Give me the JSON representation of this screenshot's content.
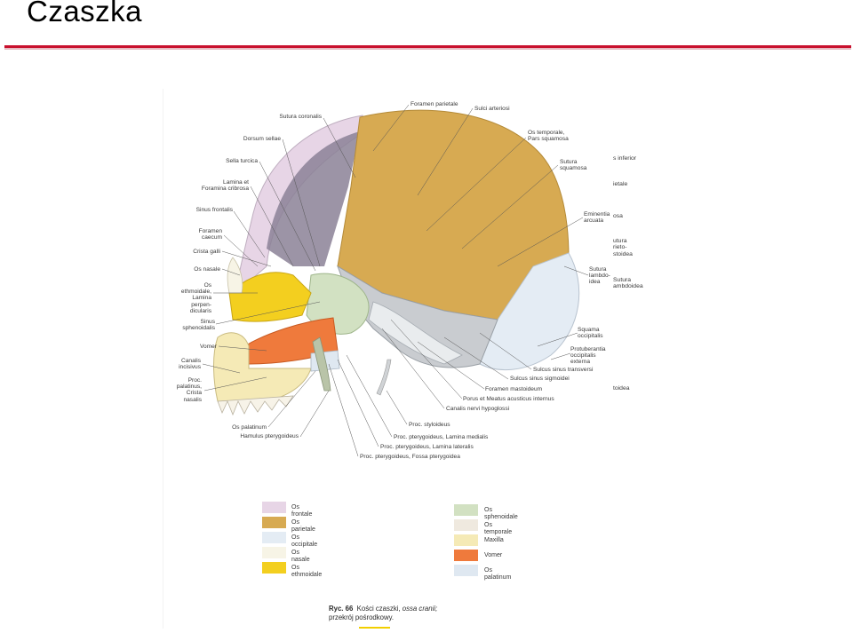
{
  "slide": {
    "title": "Czaszka"
  },
  "labels_left": [
    "Sutura coronalis",
    "Dorsum sellae",
    "Sella turcica",
    "Lamina et\nForamina cribrosa",
    "Sinus frontalis",
    "Foramen\ncaecum",
    "Crista galli",
    "Os nasale",
    "Os\nethmoidale,\nLamina\nperpen-\ndicularis",
    "Sinus\nsphenoidalis",
    "Vomer",
    "Canalis\nincisivus",
    "Proc.\npalatinus,\nCrista\nnasalis",
    "Os palatinum",
    "Hamulus pterygoideus"
  ],
  "labels_right": [
    "Foramen parietale",
    "Sulci arteriosi",
    "Os temporale,\nPars squamosa",
    "Sutura\nsquamosa",
    "Eminentia\narcuata",
    "Sutura\nlambdo-\nidea",
    "Squama\noccipitalis",
    "Protuberantia\noccipitalis\nexterna",
    "Sulcus sinus transversi",
    "Sulcus sinus sigmoidei",
    "Foramen mastoideum",
    "Porus et Meatus acusticus internus",
    "Canalis nervi hypoglossi"
  ],
  "labels_bottom": [
    "Proc. styloideus",
    "Proc. pterygoideus, Lamina medialis",
    "Proc. pterygoideus, Lamina lateralis",
    "Proc. pterygoideus, Fossa pterygoidea"
  ],
  "labels_cutoff": [
    "s inferior",
    "ietale",
    "osa",
    "utura\nrieto-\nstoidea",
    "Sutura\nambdoidea",
    "toidea"
  ],
  "legend": [
    {
      "label": "Os frontale",
      "color": "#e7d5e6"
    },
    {
      "label": "Os parietale",
      "color": "#d7aa52"
    },
    {
      "label": "Os occipitale",
      "color": "#e4ecf4"
    },
    {
      "label": "Os nasale",
      "color": "#f7f4e6"
    },
    {
      "label": "Os ethmoidale",
      "color": "#f3cf1f"
    },
    {
      "label": "Os sphenoidale",
      "color": "#d2e1c2"
    },
    {
      "label": "Os temporale",
      "color": "#efe9df"
    },
    {
      "label": "Maxilla",
      "color": "#f5eab6"
    },
    {
      "label": "Vomer",
      "color": "#ef7a3c"
    },
    {
      "label": "Os palatinum",
      "color": "#dfe8f1"
    }
  ],
  "caption": {
    "number": "Ryc. 66",
    "text_plain": "Kości czaszki,",
    "text_italic": "ossa cranii;",
    "text_line2": "przekrój pośrodkowy."
  },
  "colors": {
    "title_rule": "#c8102e",
    "frontale": "#e7d5e6",
    "parietale": "#d7aa52",
    "occipitale": "#e4ecf4",
    "temporale": "#efe9df",
    "sphenoidale": "#d2e1c2",
    "ethmoidale": "#f3cf1f",
    "maxilla": "#f5eab6",
    "vomer": "#ef7a3c",
    "palatinum": "#dfe8f1",
    "cavity": "#8b8196"
  }
}
